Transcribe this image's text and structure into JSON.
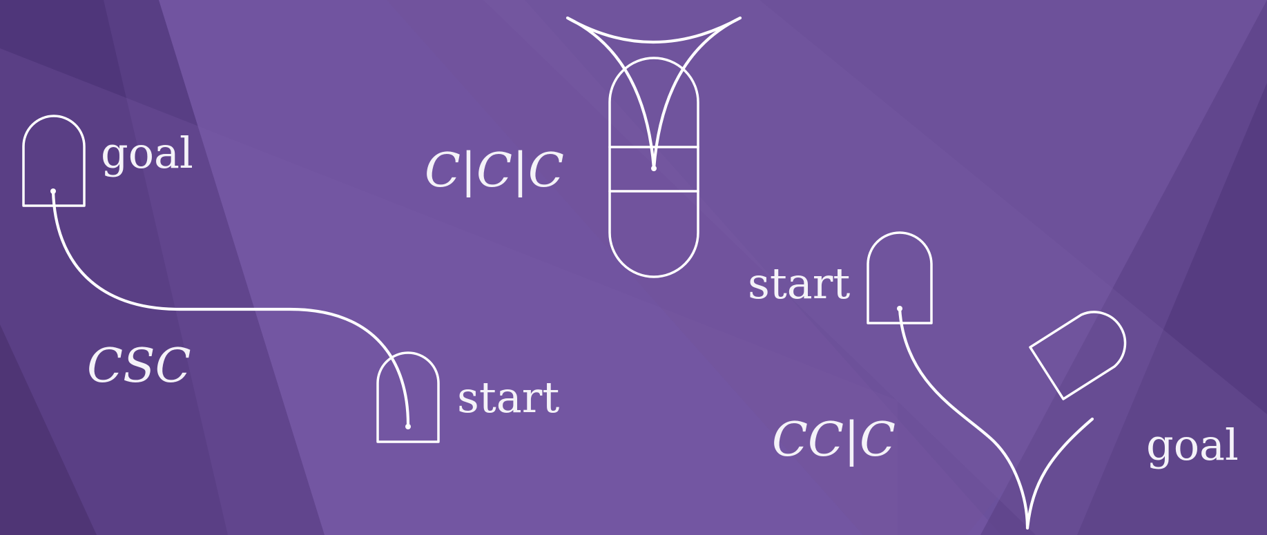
{
  "colors": {
    "background": "#6a4f9a",
    "background_dark": "#4a2f6e",
    "background_light": "#8a6fb0",
    "line": "#ffffff",
    "text": "#f4f2f8"
  },
  "panels": {
    "csc": {
      "label": "CSC",
      "start_label": "start",
      "goal_label": "goal"
    },
    "ccc": {
      "label": "C|C|C"
    },
    "cc_c": {
      "label": "CC|C",
      "start_label": "start",
      "goal_label": "goal"
    }
  }
}
